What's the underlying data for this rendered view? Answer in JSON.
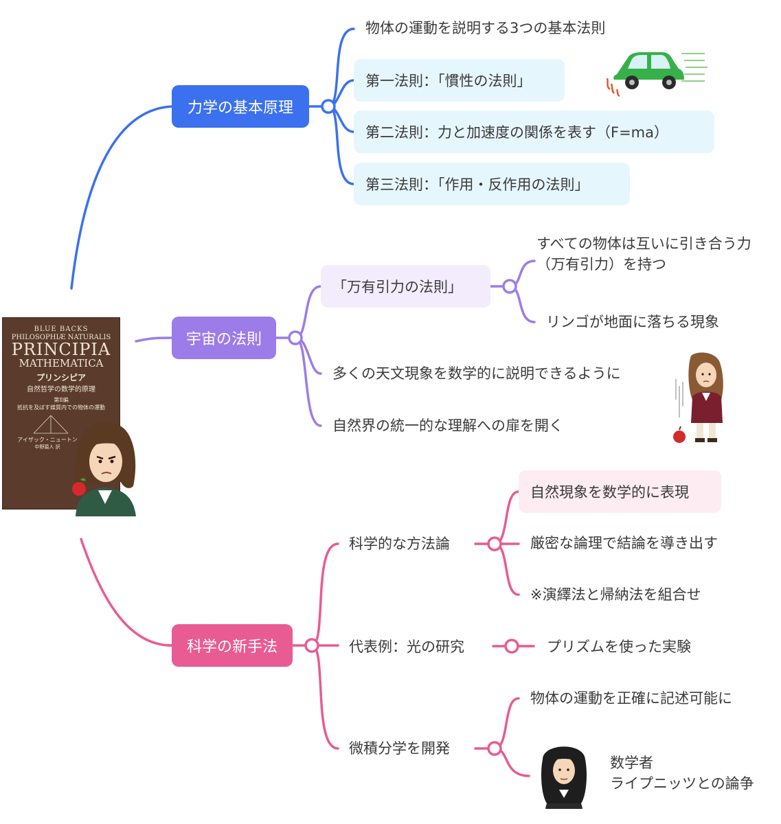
{
  "colors": {
    "blue": "#3b71ee",
    "purple": "#9c7ce8",
    "pink": "#e85b93"
  },
  "book": {
    "series": "BLUE BACKS",
    "title_line1": "PHILOSOPHIÆ NATURALIS",
    "title_line2": "PRINCIPIA",
    "title_line3": "MATHEMATICA",
    "jp_title": "プリンシピア",
    "jp_subtitle": "自然哲学の数学的原理",
    "volume": "第Ⅱ編",
    "volume_subtitle": "抵抗を及ぼす媒質内での物体の運動",
    "author": "アイザック・ニュートン",
    "translator": "中野猿人 訳"
  },
  "branches": {
    "mechanics": {
      "label": "力学の基本原理",
      "items": [
        "物体の運動を説明する3つの基本法則",
        "第一法則：「慣性の法則」",
        "第二法則：力と加速度の関係を表す（F=ma）",
        "第三法則：「作用・反作用の法則」"
      ]
    },
    "universe": {
      "label": "宇宙の法則",
      "gravity": {
        "label": "「万有引力の法則」",
        "items": [
          "すべての物体は互いに引き合う力",
          "（万有引力）を持つ",
          "リンゴが地面に落ちる現象"
        ]
      },
      "items": [
        "多くの天文現象を数学的に説明できるように",
        "自然界の統一的な理解への扉を開く"
      ]
    },
    "method": {
      "label": "科学の新手法",
      "scientific": {
        "label": "科学的な方法論",
        "items": [
          "自然現象を数学的に表現",
          "厳密な論理で結論を導き出す",
          "※演繹法と帰納法を組合せ"
        ]
      },
      "light": {
        "label": "代表例：光の研究",
        "items": [
          "プリズムを使った実験"
        ]
      },
      "calculus": {
        "label": "微積分学を開発",
        "items": [
          "物体の運動を正確に記述可能に",
          "数学者",
          "ライプニッツとの論争"
        ]
      }
    }
  }
}
